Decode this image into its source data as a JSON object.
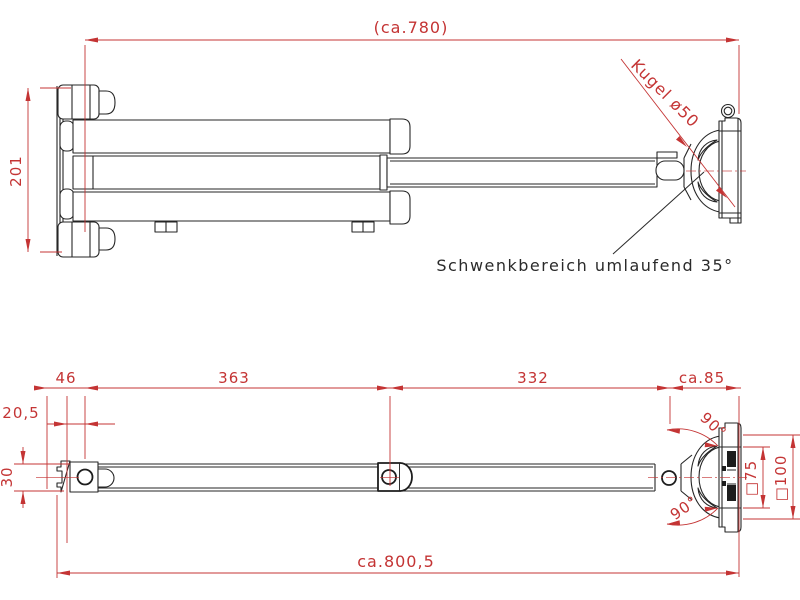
{
  "drawing": {
    "description": "Technical dimension drawing of an articulated TV wall mount arm, top view and side view",
    "colors": {
      "dimension_red": "#c43434",
      "outline_black": "#262626",
      "background": "#ffffff"
    },
    "top_view": {
      "overall_width": "(ca.780)",
      "bracket_height": "201",
      "ball_diameter": "Kugel ø50",
      "swivel_note": "Schwenkbereich umlaufend 35°"
    },
    "side_view": {
      "wall_to_first_pivot": "46",
      "first_arm_length": "363",
      "second_arm_length": "332",
      "head_length": "ca.85",
      "pivot_offset": "20,5",
      "arm_profile_height": "30",
      "overall_length": "ca.800,5",
      "vesa_75": "□75",
      "vesa_100": "□100",
      "tilt_up": "90°",
      "tilt_down": "90°"
    }
  }
}
